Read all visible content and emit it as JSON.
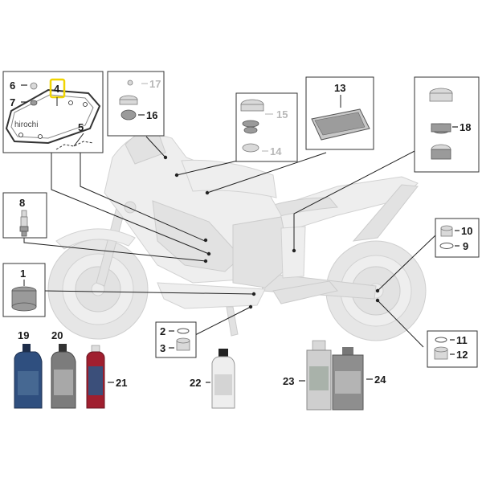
{
  "watermark": "hirochi",
  "colors": {
    "highlight": "#f0d400",
    "oil_blue": "#2f4f7f",
    "oil_red": "#a01f2f"
  },
  "labels": {
    "p1": "1",
    "p2": "2",
    "p3": "3",
    "p4": "4",
    "p5": "5",
    "p6": "6",
    "p7": "7",
    "p8": "8",
    "p9": "9",
    "p10": "10",
    "p11": "11",
    "p12": "12",
    "p13": "13",
    "p14": "14",
    "p15": "15",
    "p16": "16",
    "p17": "17",
    "p18": "18",
    "p19": "19",
    "p20": "20",
    "p21": "21",
    "p22": "22",
    "p23": "23",
    "p24": "24"
  },
  "highlighted_part": "4"
}
